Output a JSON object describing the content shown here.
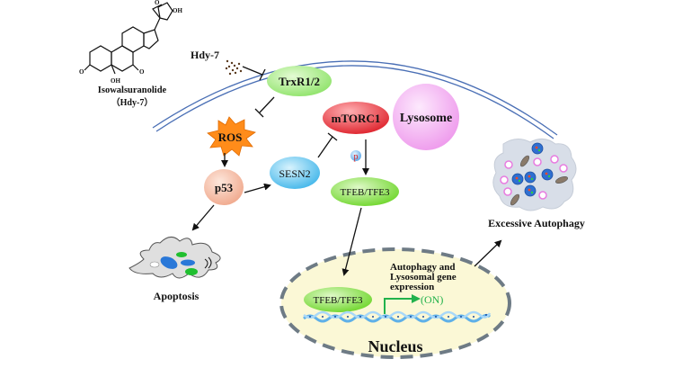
{
  "compound": {
    "name": "Isowalsuranolide",
    "abbrev": "（Hdy-7）",
    "groups": [
      "O",
      "O",
      "OH",
      "O",
      "O",
      "OH"
    ]
  },
  "drug_label": "Hdy-7",
  "nodes": {
    "trxr": "TrxR1/2",
    "ros": "ROS",
    "mtorc1": "mTORC1",
    "lysosome": "Lysosome",
    "p53": "p53",
    "sesn2": "SESN2",
    "phospho": "p",
    "tfeb_cyto": "TFEB/TFE3",
    "tfeb_nuc": "TFEB/TFE3"
  },
  "nucleus": {
    "label": "Nucleus",
    "gene_text": [
      "Autophagy and",
      "Lysosomal gene",
      "expression"
    ],
    "on_label": "(ON)"
  },
  "outcomes": {
    "apoptosis": "Apoptosis",
    "autophagy": "Excessive Autophagy"
  },
  "colors": {
    "membrane": "#4a6fb5",
    "trxr": "#8fe36a",
    "ros": "#ff8c1a",
    "mtorc1": "#e8333a",
    "lysosome": "#f2a6f0",
    "p53": "#f4b39a",
    "sesn2": "#5bc3ee",
    "tfeb": "#7fdd3a",
    "nucleus_fill": "#fbf8d6",
    "nucleus_border": "#6e7b85",
    "on_green": "#22b24c"
  }
}
